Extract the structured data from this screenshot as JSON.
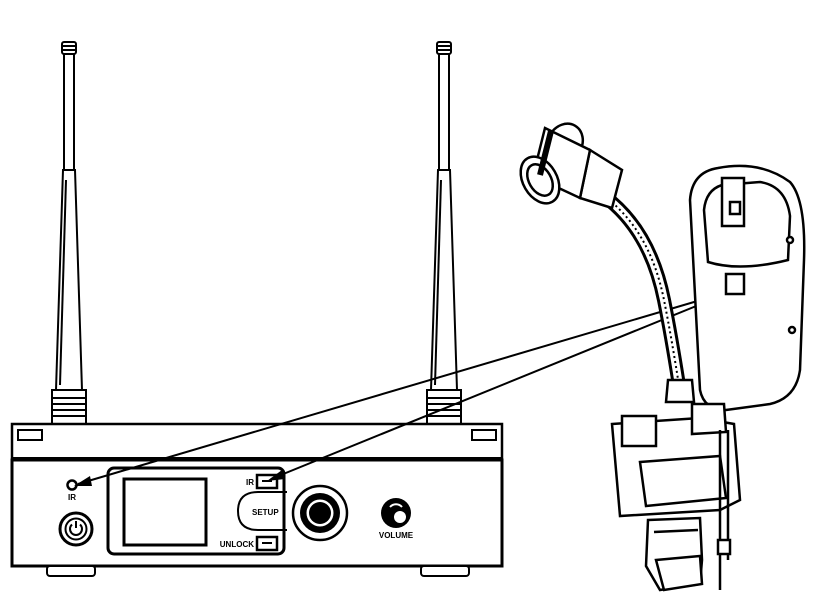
{
  "receiver": {
    "labels": {
      "ir_sensor": "IR",
      "ir_button": "IR",
      "setup": "SETUP",
      "unlock": "UNLOCK",
      "volume": "VOLUME"
    }
  },
  "icons": {
    "power": "power-icon",
    "jog_dial": "dial-icon",
    "volume_knob": "knob-icon"
  }
}
